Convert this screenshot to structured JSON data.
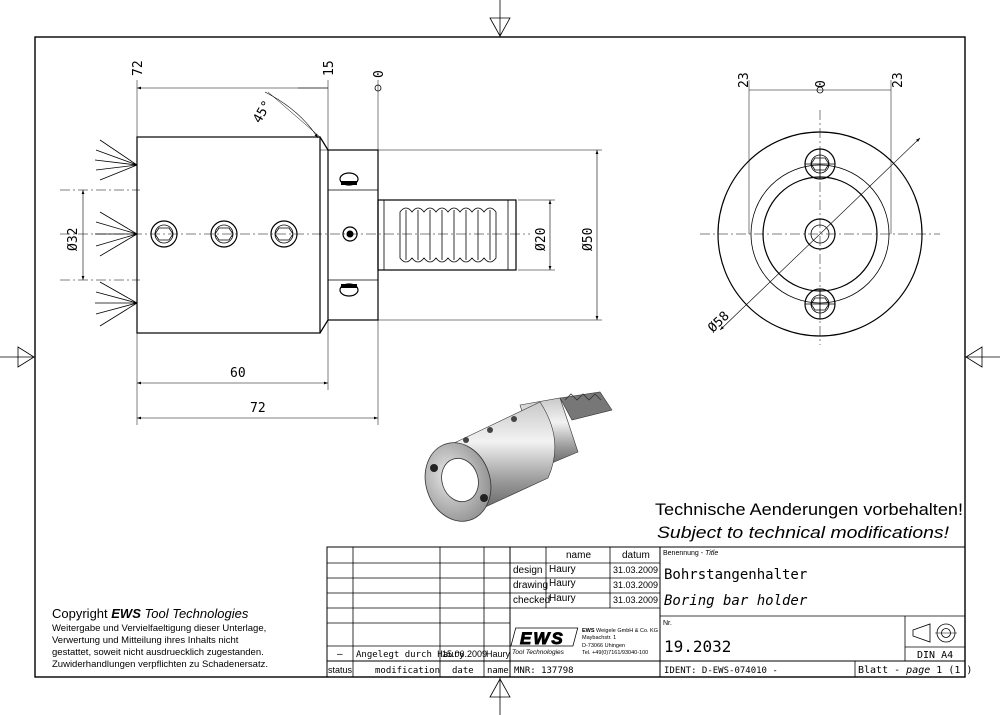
{
  "dimensions": {
    "top_72": "72",
    "top_15": "15",
    "top_0": "0",
    "angle_45": "45°",
    "dia_32": "Ø32",
    "dia_20": "Ø20",
    "dia_50": "Ø50",
    "len_60": "60",
    "len_72": "72",
    "side_23_left": "23",
    "side_0": "0",
    "side_23_right": "23",
    "dia_58": "Ø58"
  },
  "notice": {
    "german": "Technische Aenderungen vorbehalten!",
    "english": "Subject to technical modifications!"
  },
  "copyright": {
    "heading_prefix": "Copyright ",
    "heading_brand": "EWS",
    "heading_suffix": " Tool Technologies",
    "lines": [
      "Weitergabe und Vervielfaeltigung dieser Unterlage,",
      "Verwertung und Mitteilung ihres Inhalts nicht",
      "gestattet, soweit nicht ausdruecklich zugestanden.",
      "Zuwiderhandlungen verpflichten zu Schadenersatz."
    ]
  },
  "title_block": {
    "col_name": "name",
    "col_datum": "datum",
    "rows": [
      {
        "label": "design",
        "name": "Haury",
        "date": "31.03.2009"
      },
      {
        "label": "drawing",
        "name": "Haury",
        "date": "31.03.2009"
      },
      {
        "label": "checked",
        "name": "Haury",
        "date": "31.03.2009"
      }
    ],
    "benennung_label": "Benennung",
    "benennung_sep": " - ",
    "title_label": "Title",
    "title_de": "Bohrstangenhalter",
    "title_en": "Boring bar holder",
    "nr_label": "Nr.",
    "part_number": "19.2032",
    "standard": "DIN A4",
    "revision": {
      "dash": "–",
      "modification": "Angelegt durch Haury",
      "date": "15.06.2009",
      "name": "Haury"
    },
    "footer": {
      "status": "status",
      "modification": "modification",
      "date": "date",
      "name": "name",
      "mnr": "MNR: 137798",
      "ident": "IDENT: D-EWS-074010 -",
      "blatt": "Blatt - ",
      "page_word": "page",
      "page_num": "1 (1 )"
    },
    "company": {
      "logo": "EWS",
      "logo_sub": "Tool Technologies",
      "name_bold": "EWS",
      "name_rest": " Weigele GmbH & Co. KG",
      "street": "Maybachstr. 1",
      "city": "D-73066 Uhingen",
      "tel": "Tel. +49(0)7161/93040-100"
    }
  }
}
